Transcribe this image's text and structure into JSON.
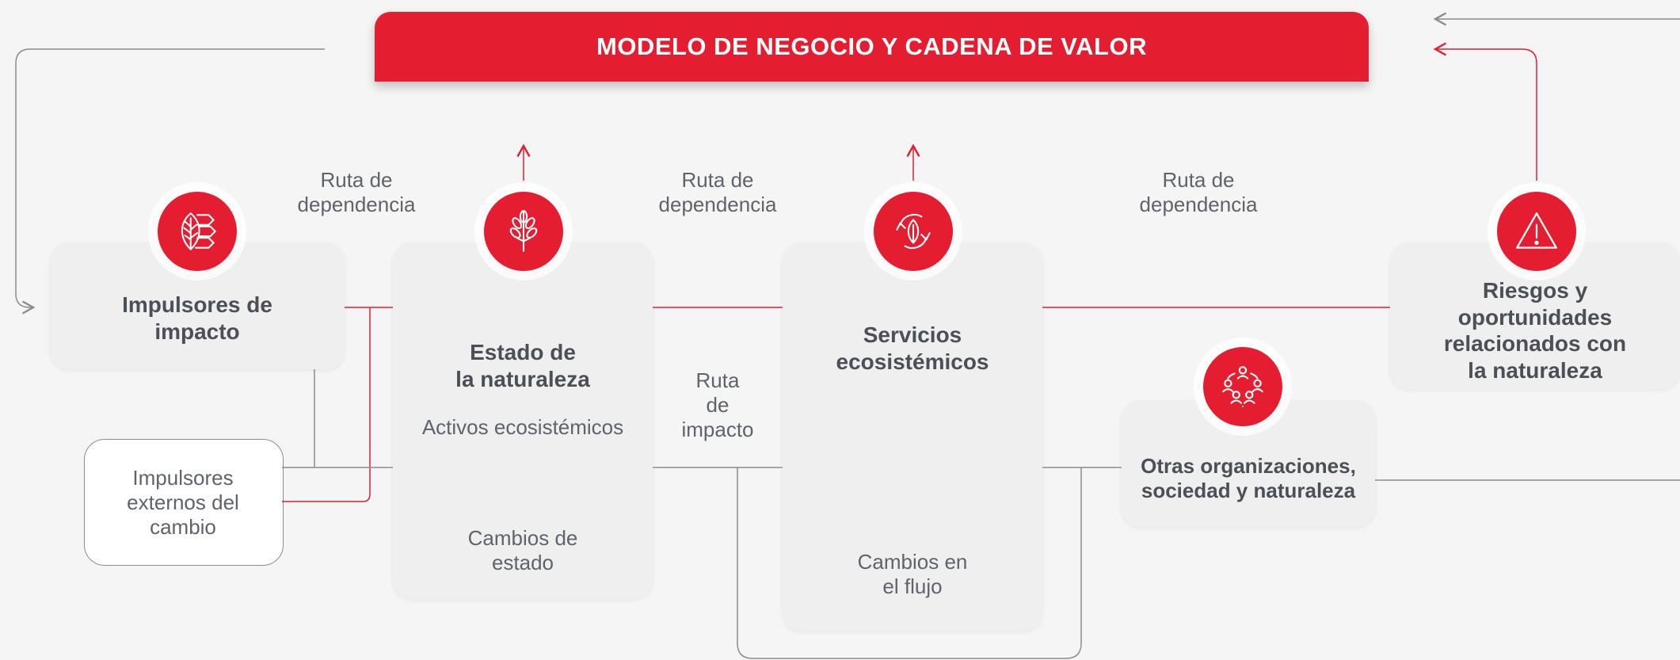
{
  "banner": {
    "title": "MODELO DE NEGOCIO Y CADENA DE VALOR"
  },
  "nodes": {
    "impulsores_impacto": "Impulsores de\nimpacto",
    "estado_naturaleza": "Estado de\nla naturaleza",
    "activos": "Activos ecosistémicos",
    "cambios_estado": "Cambios de\nestado",
    "servicios": "Servicios\necosistémicos",
    "cambios_flujo": "Cambios en\nel flujo",
    "riesgos": "Riesgos y\noportunidades\nrelacionados con\nla naturaleza",
    "otras": "Otras organizaciones,\nsociedad y naturaleza",
    "externos": "Impulsores\nexternos del\ncambio"
  },
  "routes": {
    "dependencia_1": "Ruta de\ndependencia",
    "dependencia_2": "Ruta de\ndependencia",
    "dependencia_3": "Ruta de\ndependencia",
    "impacto": "Ruta\nde\nimpacto"
  },
  "icons": {
    "impulsores": "leaf-arrows-icon",
    "estado": "wheat-plant-icon",
    "servicios": "leaf-cycle-icon",
    "riesgos": "warning-triangle-icon",
    "otras": "people-network-icon"
  },
  "colors": {
    "accent": "#e41e30",
    "line_gray": "#8c8c8c",
    "background": "#f4f5f4"
  }
}
